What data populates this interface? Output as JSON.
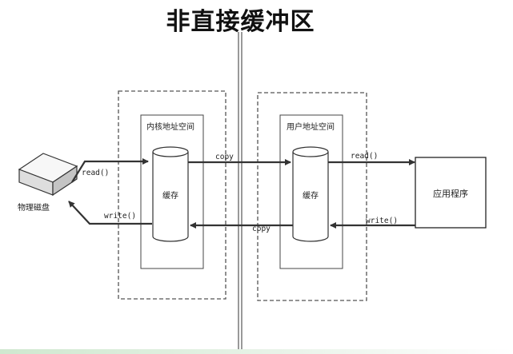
{
  "title": "非直接缓冲区",
  "kernel_space": {
    "title": "内核地址空间",
    "buffer_label": "缓存"
  },
  "user_space": {
    "title": "用户地址空间",
    "buffer_label": "缓存"
  },
  "disk": {
    "label": "物理磁盘"
  },
  "application": {
    "label": "应用程序"
  },
  "arrows": {
    "disk_read": "read()",
    "disk_write": "write()",
    "copy_top": "copy",
    "copy_bottom": "copy",
    "app_read": "read()",
    "app_write": "write()"
  }
}
